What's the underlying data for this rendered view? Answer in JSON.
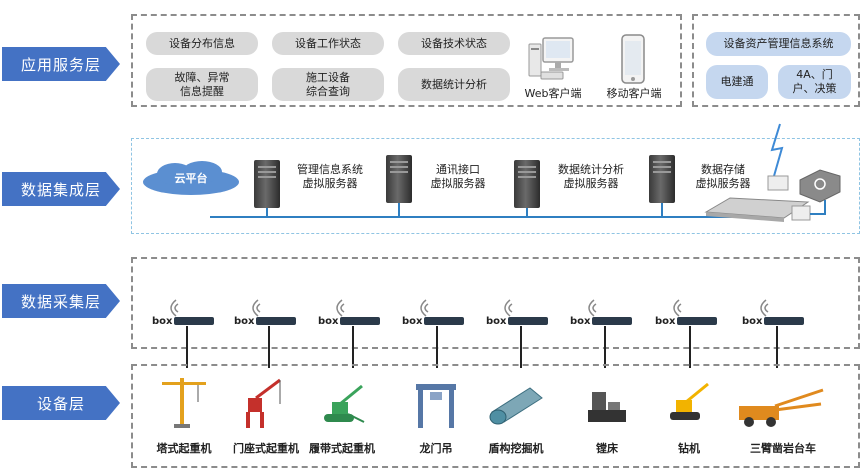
{
  "layers": [
    {
      "name": "应用服务层"
    },
    {
      "name": "数据集成层"
    },
    {
      "name": "数据采集层"
    },
    {
      "name": "设备层"
    }
  ],
  "app_layer": {
    "buttons": [
      "设备分布信息",
      "设备工作状态",
      "设备技术状态",
      "故障、异常\n信息提醒",
      "施工设备\n综合查询",
      "数据统计分析"
    ],
    "web_client": "Web客户端",
    "mobile_client": "移动客户端",
    "asset_system": "设备资产管理信息系统",
    "dianjiantong": "电建通",
    "portal": "4A、门\n户、决策"
  },
  "integration_layer": {
    "cloud": "云平台",
    "servers": [
      "管理信息系统\n虚拟服务器",
      "通讯接口\n虚拟服务器",
      "数据统计分析\n虚拟服务器",
      "数据存储\n虚拟服务器"
    ]
  },
  "acquisition_layer": {
    "box_label": "box",
    "box_count": 8
  },
  "equipment_layer": {
    "items": [
      "塔式起重机",
      "门座式起重机",
      "履带式起重机",
      "龙门吊",
      "盾构挖掘机",
      "镗床",
      "钻机",
      "三臂凿岩台车"
    ]
  },
  "colors": {
    "label_bg": "#4472c4",
    "pill_gray": "#d9d9d9",
    "pill_blue": "#c5d7ef",
    "network_line": "#2f7fc1"
  }
}
